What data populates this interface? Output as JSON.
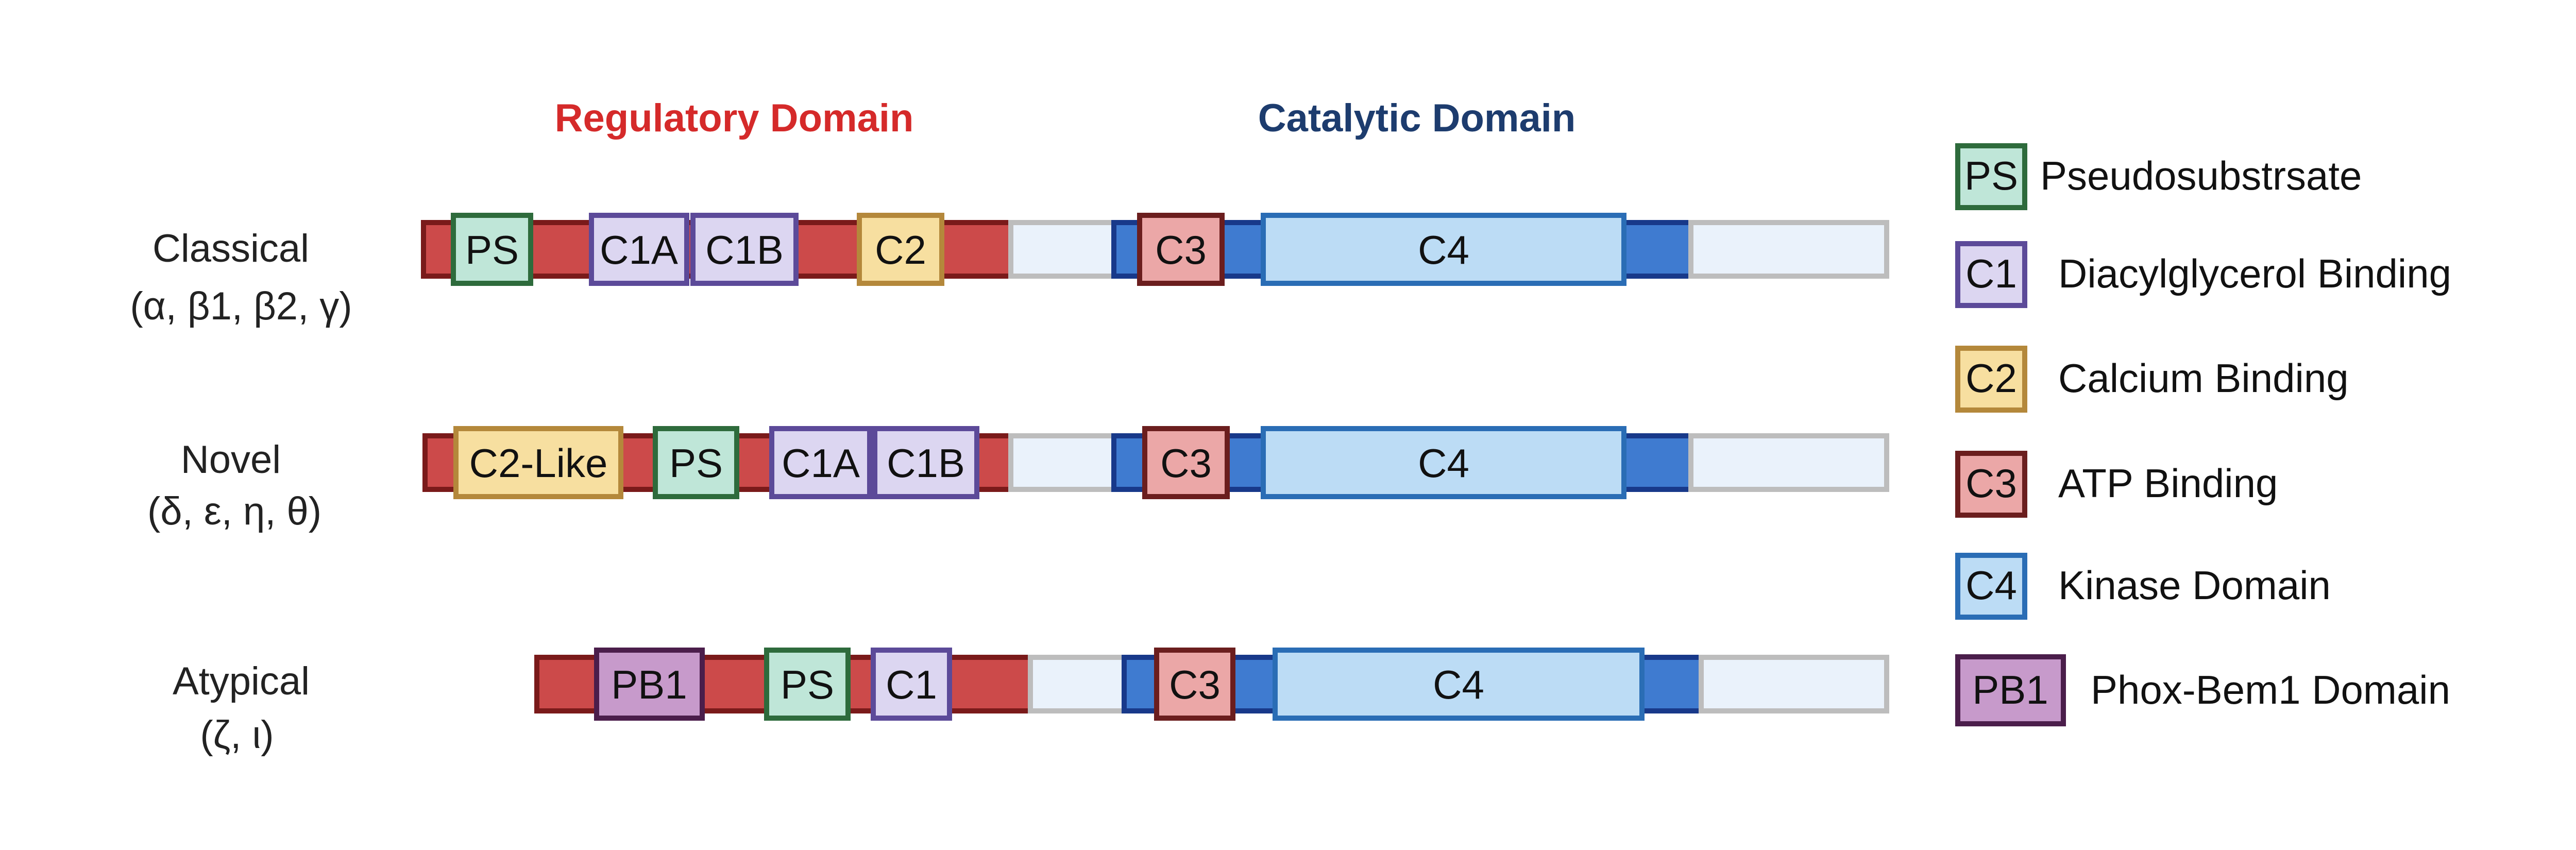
{
  "headers": {
    "regulatory": "Regulatory Domain",
    "catalytic": "Catalytic Domain"
  },
  "colors": {
    "regulatory_header": "#D52A2A",
    "catalytic_header": "#1D3C6E",
    "regulatory_bar_fill": "#CC4A4A",
    "regulatory_bar_stroke": "#7A1A1A",
    "catalytic_bar_fill": "#3F7BD0",
    "catalytic_bar_stroke": "#18398A",
    "tail_fill": "#EAF2FB",
    "tail_stroke": "#BDBDBD"
  },
  "rows": [
    {
      "label_line1": "Classical",
      "label_line2": "(α, β1, β2, γ)",
      "domains": [
        {
          "label": "PS",
          "type": "PS"
        },
        {
          "label": "C1A",
          "type": "C1"
        },
        {
          "label": "C1B",
          "type": "C1"
        },
        {
          "label": "C2",
          "type": "C2"
        },
        {
          "label": "C3",
          "type": "C3"
        },
        {
          "label": "C4",
          "type": "C4"
        }
      ]
    },
    {
      "label_line1": "Novel",
      "label_line2": "(δ, ε, η, θ)",
      "domains": [
        {
          "label": "C2-Like",
          "type": "C2"
        },
        {
          "label": "PS",
          "type": "PS"
        },
        {
          "label": "C1A",
          "type": "C1"
        },
        {
          "label": "C1B",
          "type": "C1"
        },
        {
          "label": "C3",
          "type": "C3"
        },
        {
          "label": "C4",
          "type": "C4"
        }
      ]
    },
    {
      "label_line1": "Atypical",
      "label_line2": "(ζ, ι)",
      "domains": [
        {
          "label": "PB1",
          "type": "PB1"
        },
        {
          "label": "PS",
          "type": "PS"
        },
        {
          "label": "C1",
          "type": "C1"
        },
        {
          "label": "C3",
          "type": "C3"
        },
        {
          "label": "C4",
          "type": "C4"
        }
      ]
    }
  ],
  "legend": [
    {
      "key": "PS",
      "label": "Pseudosubstrsate",
      "fill": "#BFE6D8",
      "stroke": "#2E6B3C"
    },
    {
      "key": "C1",
      "label": "Diacylglycerol Binding",
      "fill": "#DCD6F1",
      "stroke": "#5C4A99"
    },
    {
      "key": "C2",
      "label": "Calcium Binding",
      "fill": "#F7DFA0",
      "stroke": "#B4883B"
    },
    {
      "key": "C3",
      "label": "ATP Binding",
      "fill": "#EBA7A7",
      "stroke": "#6B1E1E"
    },
    {
      "key": "C4",
      "label": "Kinase Domain",
      "fill": "#BCDCF5",
      "stroke": "#2A6DB5"
    },
    {
      "key": "PB1",
      "label": "Phox-Bem1 Domain",
      "fill": "#C79ACB",
      "stroke": "#4B1E4B"
    }
  ]
}
